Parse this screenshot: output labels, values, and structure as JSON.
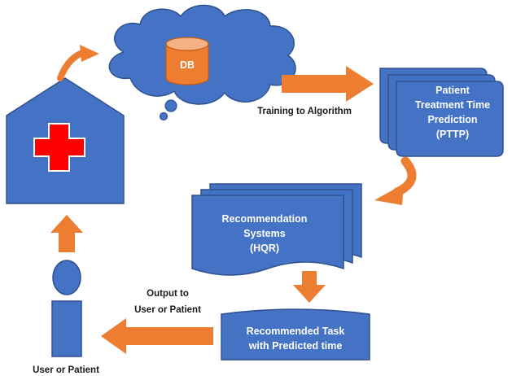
{
  "diagram": {
    "db_label": "DB",
    "training_label": "Training to Algorithm",
    "pttp_lines": [
      "Patient",
      "Treatment Time",
      "Prediction",
      "(PTTP)"
    ],
    "hqr_lines": [
      "Recommendation",
      "Systems",
      "(HQR)"
    ],
    "task_lines": [
      "Recommended Task",
      "with Predicted time"
    ],
    "output_lines": [
      "Output to",
      "User or Patient"
    ],
    "user_label": "User or Patient"
  },
  "colors": {
    "shape_fill": "#4472c4",
    "shape_stroke": "#2f528f",
    "arrow": "#ed7d31",
    "cross": "#ff0000",
    "text_light": "#ffffff",
    "text_dark": "#1a1a1a"
  }
}
